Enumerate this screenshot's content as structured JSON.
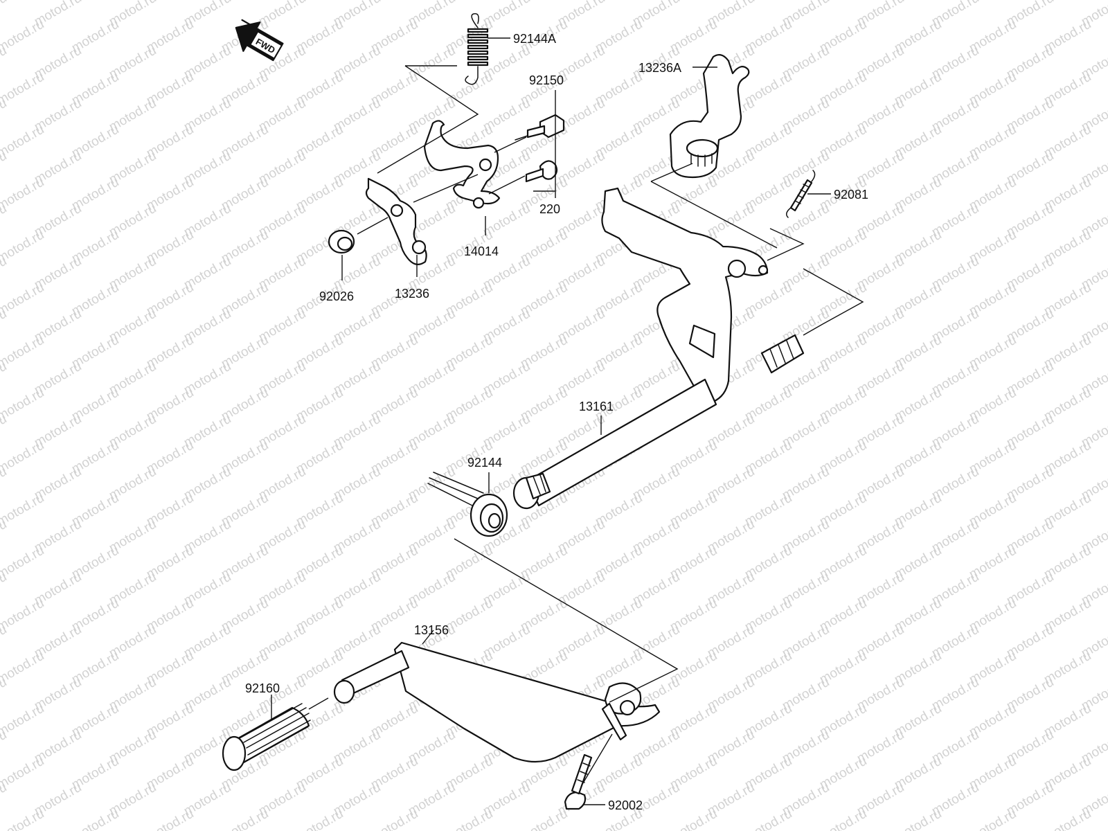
{
  "watermark": {
    "text": "motod.ru",
    "color": "#d2d2d2"
  },
  "fwd_badge": {
    "text": "FWD"
  },
  "parts": [
    {
      "id": "92144A",
      "label": "92144A"
    },
    {
      "id": "92150",
      "label": "92150"
    },
    {
      "id": "220",
      "label": "220"
    },
    {
      "id": "14014",
      "label": "14014"
    },
    {
      "id": "92026",
      "label": "92026"
    },
    {
      "id": "13236",
      "label": "13236"
    },
    {
      "id": "13236A",
      "label": "13236A"
    },
    {
      "id": "92081",
      "label": "92081"
    },
    {
      "id": "13161",
      "label": "13161"
    },
    {
      "id": "92144",
      "label": "92144"
    },
    {
      "id": "13156",
      "label": "13156"
    },
    {
      "id": "92160",
      "label": "92160"
    },
    {
      "id": "92002",
      "label": "92002"
    }
  ]
}
